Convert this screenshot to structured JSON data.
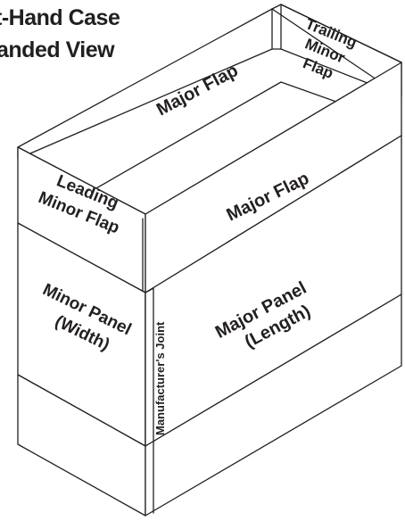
{
  "title": {
    "line1": "t-Hand Case",
    "line2": "anded View"
  },
  "labels": {
    "top_major_flap": "Major Flap",
    "front_major_flap": "Major Flap",
    "trailing_minor_flap": [
      "Trailing",
      "Minor",
      "Flap"
    ],
    "leading_minor_flap": [
      "Leading",
      "Minor Flap"
    ],
    "major_panel": [
      "Major Panel",
      "(Length)"
    ],
    "minor_panel": [
      "Minor Panel",
      "(Width)"
    ],
    "manufacturers_joint": "Manufacturer's Joint"
  },
  "colors": {
    "line": "#231f20",
    "background": "#ffffff"
  }
}
